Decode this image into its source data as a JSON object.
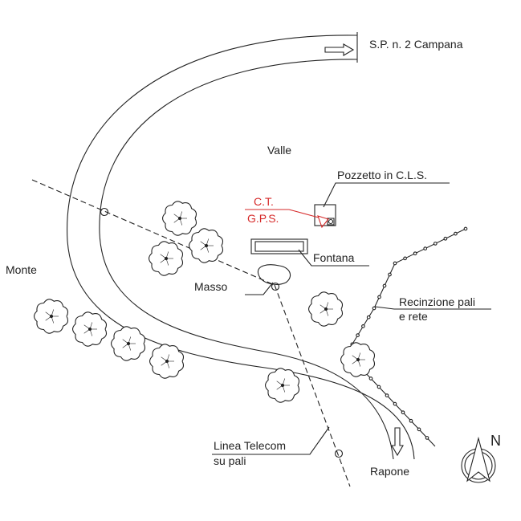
{
  "labels": {
    "road_name": "S.P. n. 2 Campana",
    "valle": "Valle",
    "pozzetto": "Pozzetto in C.L.S.",
    "ct": "C.T.",
    "gps": "G.P.S.",
    "fontana": "Fontana",
    "masso": "Masso",
    "monte": "Monte",
    "recinzione_1": "Recinzione pali",
    "recinzione_2": "e rete",
    "telecom_1": "Linea Telecom",
    "telecom_2": "su pali",
    "rapone": "Rapone",
    "north": "N"
  },
  "colors": {
    "ink": "#222222",
    "gps": "#d62a2a"
  }
}
